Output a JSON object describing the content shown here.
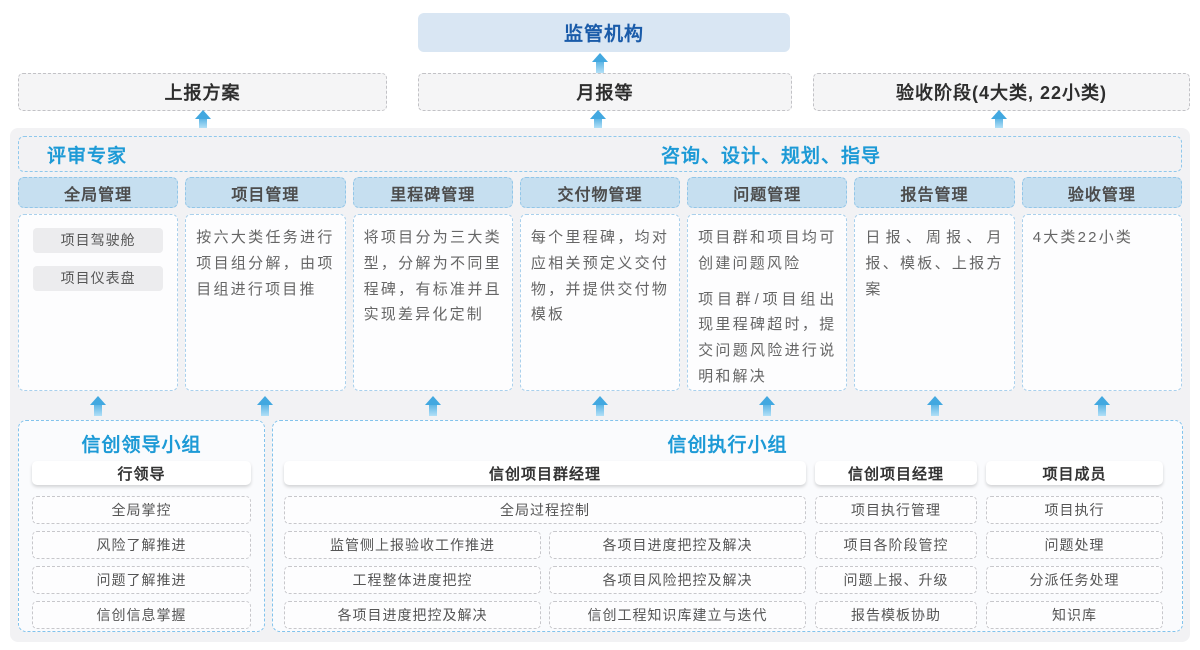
{
  "colors": {
    "accent_blue": "#1d9ad6",
    "regulator_text": "#1a5ba9",
    "regulator_fill": "#d9e6f3",
    "column_header_fill": "#c6dff0",
    "arrow_blue": "#42a8e0",
    "container_bg": "#f2f2f4"
  },
  "top": {
    "regulator": "监管机构",
    "outputs": [
      "上报方案",
      "月报等",
      "验收阶段(4大类, 22小类)"
    ]
  },
  "platform": {
    "label_left": "评审专家",
    "label_right": "咨询、设计、规划、指导",
    "columns": [
      {
        "title": "全局管理",
        "pills": [
          "项目驾驶舱",
          "项目仪表盘"
        ]
      },
      {
        "title": "项目管理",
        "paragraphs": [
          "按六大类任务进行项目组分解，由项目组进行项目推"
        ]
      },
      {
        "title": "里程碑管理",
        "paragraphs": [
          "将项目分为三大类型，分解为不同里程碑，有标准并且实现差异化定制"
        ]
      },
      {
        "title": "交付物管理",
        "paragraphs": [
          "每个里程碑，均对应相关预定义交付物，并提供交付物模板"
        ]
      },
      {
        "title": "问题管理",
        "paragraphs": [
          "项目群和项目均可创建问题风险",
          "项目群/项目组出现里程碑超时，提交问题风险进行说明和解决"
        ]
      },
      {
        "title": "报告管理",
        "paragraphs": [
          "日报、周报、月报、模板、上报方案"
        ]
      },
      {
        "title": "验收管理",
        "paragraphs": [
          "4大类22小类"
        ]
      }
    ]
  },
  "groups": {
    "leadership": {
      "title": "信创领导小组",
      "role": "行领导",
      "items": [
        "全局掌控",
        "风险了解推进",
        "问题了解推进",
        "信创信息掌握"
      ]
    },
    "execution": {
      "title": "信创执行小组",
      "program_manager": {
        "role": "信创项目群经理",
        "full_item": "全局过程控制",
        "left_items": [
          "监管侧上报验收工作推进",
          "工程整体进度把控",
          "各项目进度把控及解决"
        ],
        "right_items": [
          "各项目进度把控及解决",
          "各项目风险把控及解决",
          "信创工程知识库建立与迭代"
        ]
      },
      "project_manager": {
        "role": "信创项目经理",
        "items": [
          "项目执行管理",
          "项目各阶段管控",
          "问题上报、升级",
          "报告模板协助"
        ]
      },
      "members": {
        "role": "项目成员",
        "items": [
          "项目执行",
          "问题处理",
          "分派任务处理",
          "知识库"
        ]
      }
    }
  }
}
